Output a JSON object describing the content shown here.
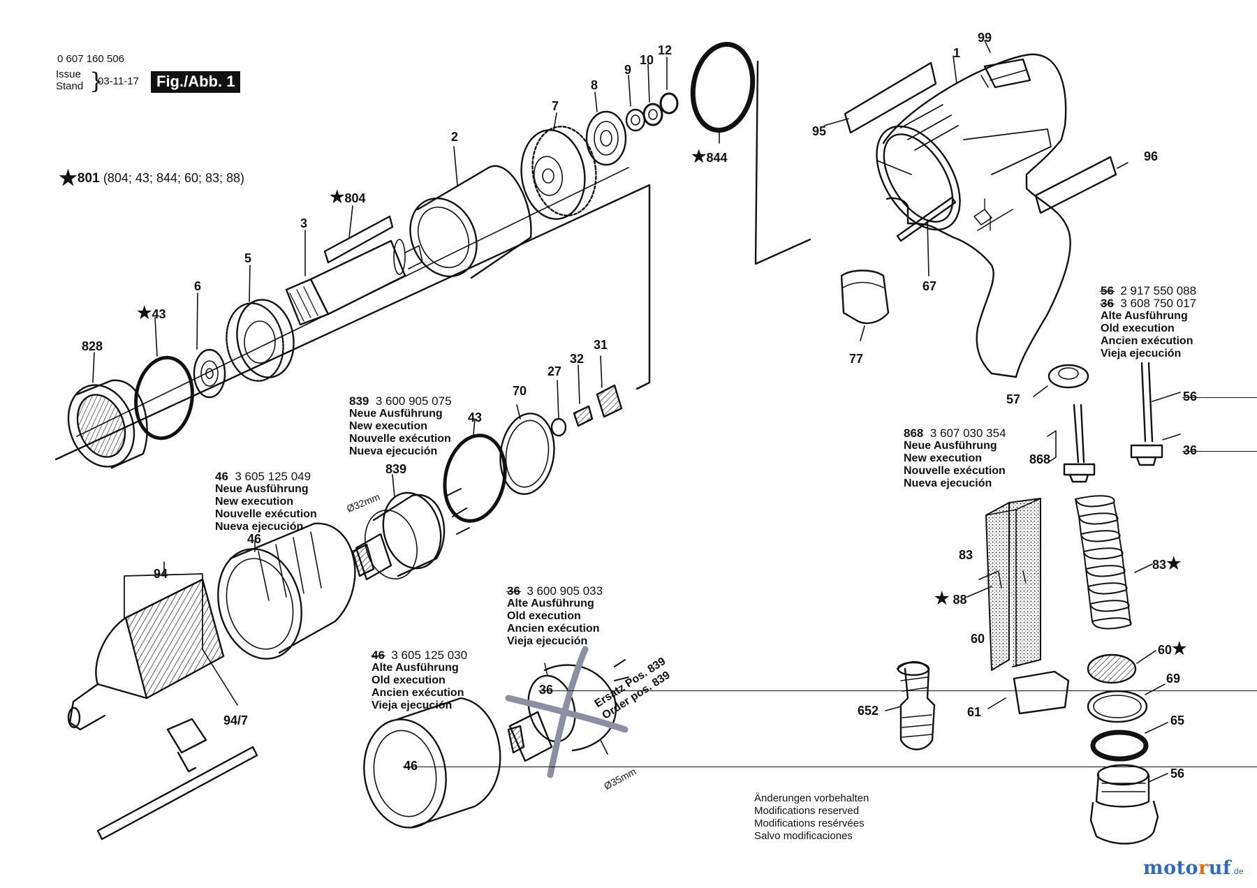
{
  "header": {
    "doc_number": "0 607 160 506",
    "issue_label": "Issue",
    "stand_label": "Stand",
    "date": "03-11-17",
    "figure_badge": "Fig./Abb. 1"
  },
  "labels": {
    "p1": "1",
    "p2": "2",
    "p3": "3",
    "p5": "5",
    "p6": "6",
    "p7": "7",
    "p8": "8",
    "p9": "9",
    "p10": "10",
    "p12": "12",
    "p27": "27",
    "p31": "31",
    "p32": "32",
    "p43a": "43",
    "p43b": "43",
    "p46": "46",
    "p56": "56",
    "p57": "57",
    "p60a": "60",
    "p60b": "60",
    "p61": "61",
    "p65": "65",
    "p67": "67",
    "p69": "69",
    "p70": "70",
    "p77": "77",
    "p83a": "83",
    "p83b": "83",
    "p88": "88",
    "p94": "94",
    "p94_7": "94/7",
    "p95": "95",
    "p96": "96",
    "p99": "99",
    "p652": "652",
    "p804": "804",
    "p828": "828",
    "p839": "839",
    "p844": "844",
    "p868": "868",
    "p36_strike": "36",
    "p46_strike": "46",
    "p56_strike": "56",
    "p36b_strike": "36"
  },
  "kit_801": {
    "number": "801",
    "contents": "(804; 43; 844; 60; 83; 88)"
  },
  "new_lines": [
    "Neue Ausführung",
    "New execution",
    "Nouvelle exécution",
    "Nueva ejecución"
  ],
  "old_lines": [
    "Alte Ausführung",
    "Old execution",
    "Ancien exécution",
    "Vieja ejecución"
  ],
  "note_839": {
    "item": "839",
    "code": "3 600 905 075"
  },
  "note_46_new": {
    "item": "46",
    "code": "3 605 125 049"
  },
  "note_868": {
    "item": "868",
    "code": "3 607 030 354"
  },
  "note_36_old": {
    "item": "36",
    "code": "3 600 905 033"
  },
  "note_46_old": {
    "item": "46",
    "code": "3 605 125 030"
  },
  "note_56_36_old": {
    "item_a": "56",
    "code_a": "2 917 550 088",
    "item_b": "36",
    "code_b": "3 608 750 017"
  },
  "ersatz": {
    "line1": "Ersatz Pos. 839",
    "line2": "Order pos. 839"
  },
  "diameters": {
    "d32": "Ø32mm",
    "d35": "Ø35mm"
  },
  "footer": [
    "Änderungen vorbehalten",
    "Modifications reserved",
    "Modifications resérvées",
    "Salvo modificaciones"
  ],
  "watermark": {
    "part_a": "moto",
    "part_b": "r",
    "part_c": "uf",
    "tld": ".de"
  },
  "colors": {
    "ink": "#111111",
    "watermark_blue": "#2f6cb3",
    "watermark_orange": "#e36b1d",
    "cross": "#8c8fa3"
  }
}
